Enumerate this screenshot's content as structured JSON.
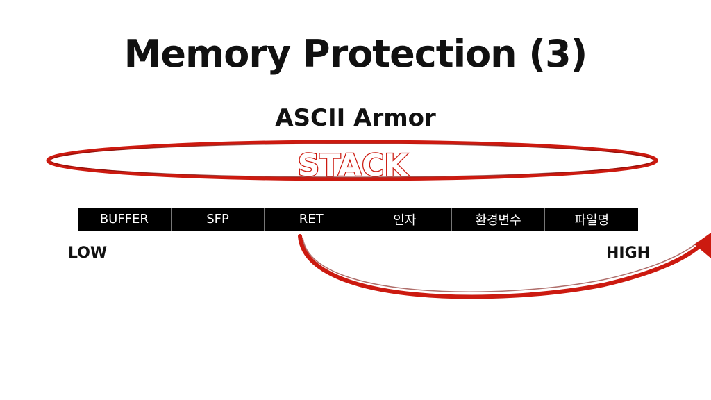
{
  "slide": {
    "title": "Memory Protection (3)",
    "subtitle": "ASCII Armor",
    "stack_label": "STACK",
    "low_label": "LOW",
    "high_label": "HIGH"
  },
  "stack": {
    "cells": [
      "BUFFER",
      "SFP",
      "RET",
      "인자",
      "환경변수",
      "파일명"
    ]
  },
  "colors": {
    "accent_red": "#cc1a10",
    "cell_bg": "#000000",
    "cell_text": "#ffffff"
  }
}
